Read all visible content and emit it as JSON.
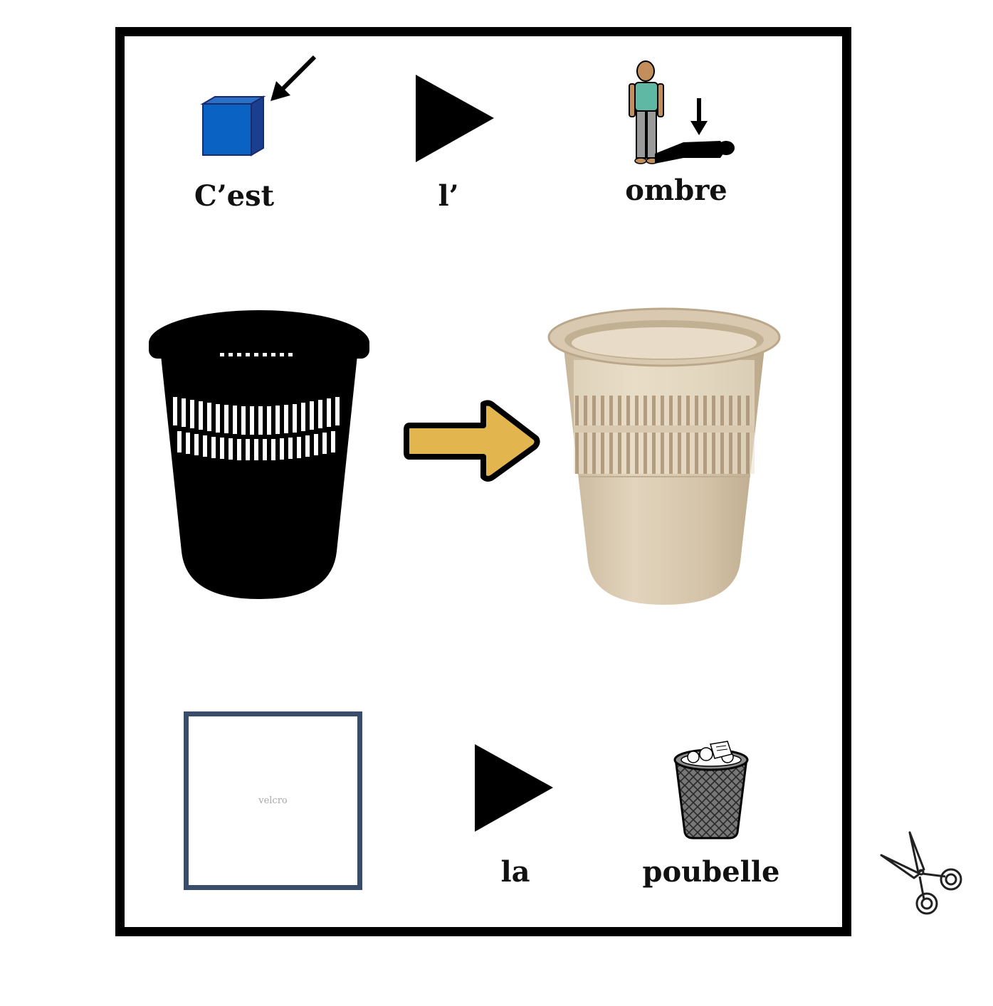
{
  "sentence_top": {
    "word1": "C’est",
    "word2": "l’",
    "word3": "ombre"
  },
  "sentence_bottom": {
    "placeholder": "velcro",
    "word2": "la",
    "word3": "poubelle"
  },
  "icons": {
    "cest": "blue-cube-with-arrow-icon",
    "play_top": "play-triangle-icon",
    "ombre": "person-shadow-icon",
    "silhouette": "trash-bin-silhouette",
    "arrow": "yellow-right-arrow-icon",
    "photo": "beige-trash-bin-photo",
    "play_bottom": "play-triangle-icon",
    "poubelle": "trash-bin-icon",
    "scissors": "scissors-icon"
  },
  "colors": {
    "cube_blue": "#0a63c2",
    "arrow_yellow": "#e2b54e",
    "bin_beige": "#d9c9b0",
    "velcro_border": "#394d6b",
    "frame": "#000000"
  }
}
